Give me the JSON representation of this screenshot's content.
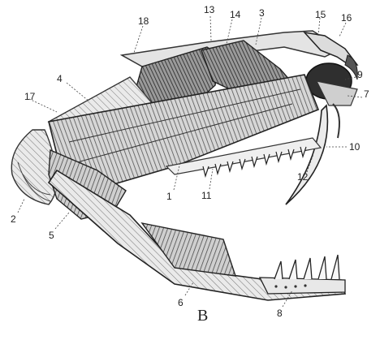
{
  "figure": {
    "caption": "B",
    "labels": {
      "n1": "1",
      "n2": "2",
      "n3": "3",
      "n4": "4",
      "n5": "5",
      "n6": "6",
      "n7": "7",
      "n8": "8",
      "n9": "9",
      "n10": "10",
      "n11": "11",
      "n12": "12",
      "n13": "13",
      "n14": "14",
      "n15": "15",
      "n16": "16",
      "n17": "17",
      "n18": "18"
    }
  }
}
